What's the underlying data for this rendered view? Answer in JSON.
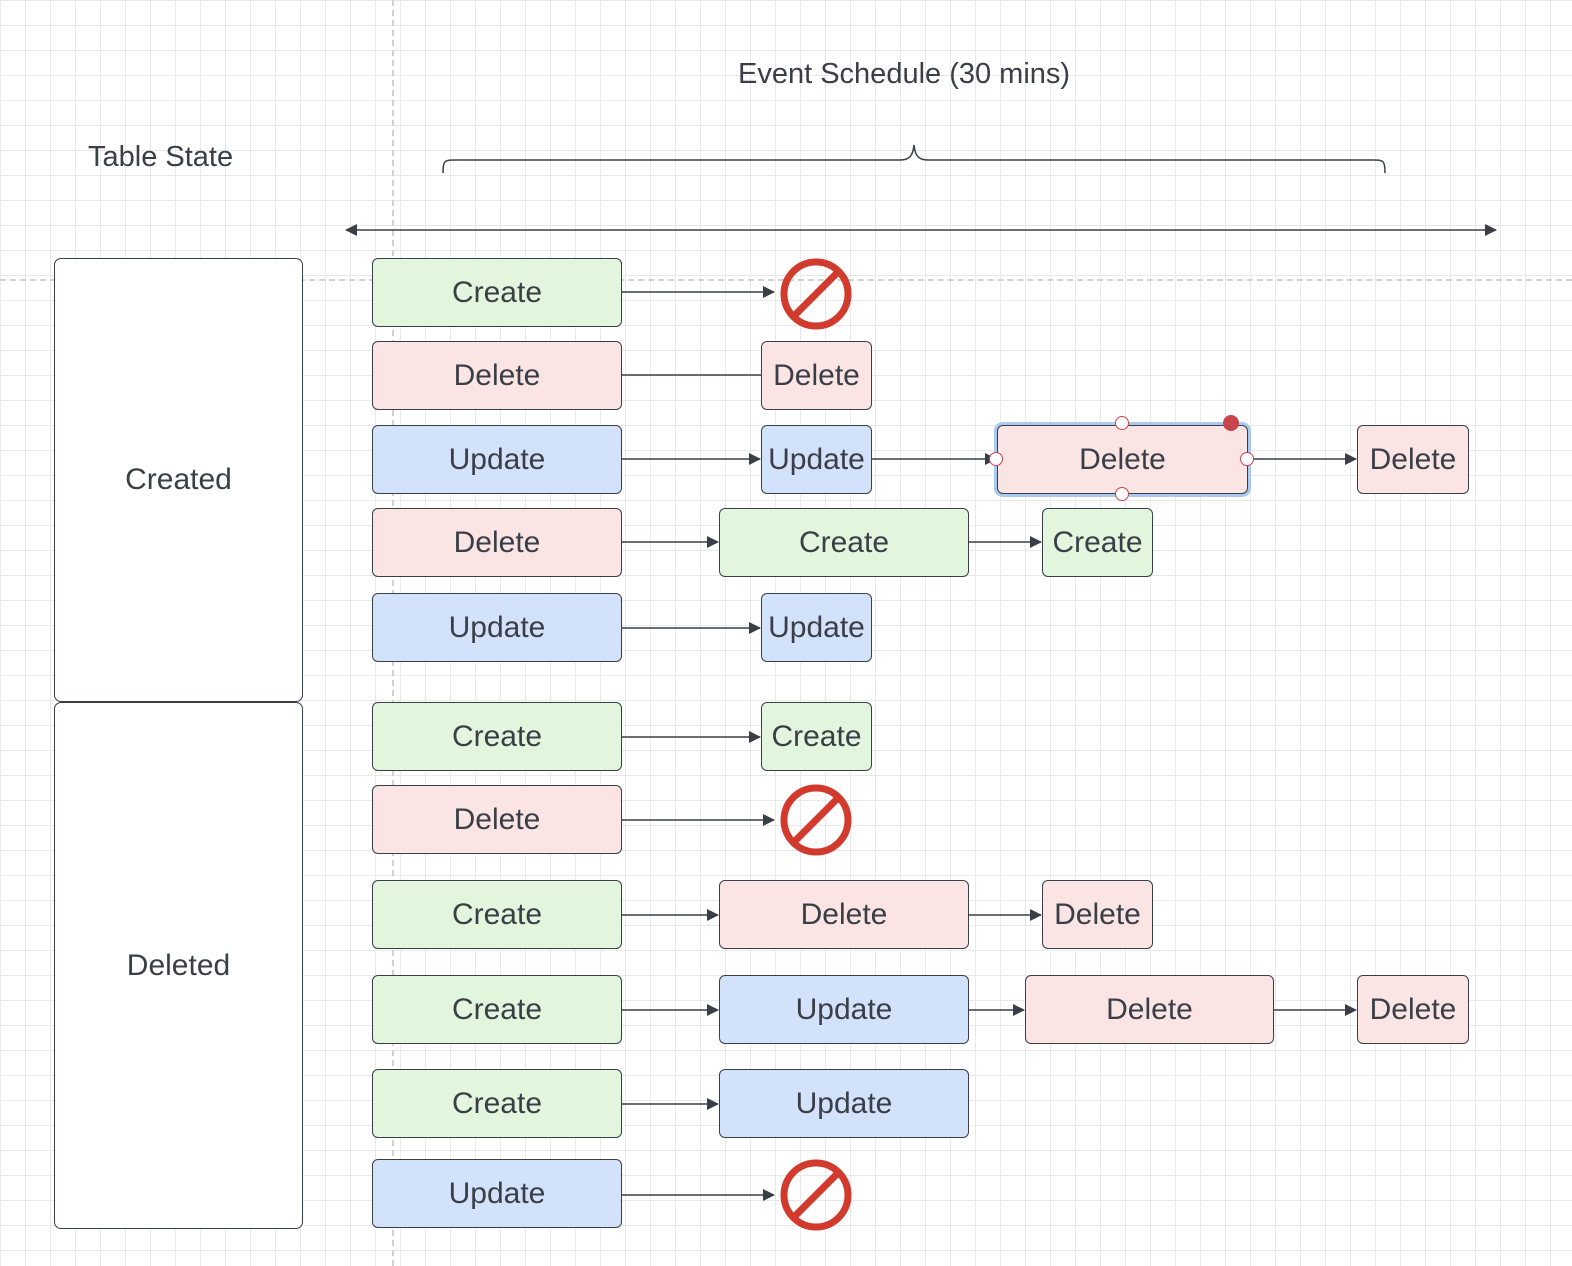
{
  "header": {
    "schedule_label": "Event Schedule (30 mins)",
    "table_state_label": "Table State"
  },
  "states": {
    "created": "Created",
    "deleted": "Deleted"
  },
  "node_labels": {
    "create": "Create",
    "delete": "Delete",
    "update": "Update"
  },
  "colors": {
    "create_fill": "#e2f6dd",
    "delete_fill": "#fbe4e4",
    "update_fill": "#d3e2fb",
    "stroke": "#3a3f47",
    "blocked_red": "#d23a2e",
    "selection_blue": "#a9c9f1"
  },
  "flows": [
    {
      "state": "Created",
      "steps": [
        "Create",
        "Blocked"
      ]
    },
    {
      "state": "Created",
      "steps": [
        "Delete",
        "Delete"
      ]
    },
    {
      "state": "Created",
      "steps": [
        "Update",
        "Update",
        "Delete",
        "Delete"
      ]
    },
    {
      "state": "Created",
      "steps": [
        "Delete",
        "Create",
        "Create"
      ]
    },
    {
      "state": "Created",
      "steps": [
        "Update",
        "Update"
      ]
    },
    {
      "state": "Deleted",
      "steps": [
        "Create",
        "Create"
      ]
    },
    {
      "state": "Deleted",
      "steps": [
        "Delete",
        "Blocked"
      ]
    },
    {
      "state": "Deleted",
      "steps": [
        "Create",
        "Delete",
        "Delete"
      ]
    },
    {
      "state": "Deleted",
      "steps": [
        "Create",
        "Update",
        "Delete",
        "Delete"
      ]
    },
    {
      "state": "Deleted",
      "steps": [
        "Create",
        "Update"
      ]
    },
    {
      "state": "Deleted",
      "steps": [
        "Update",
        "Blocked"
      ]
    }
  ],
  "icons": {
    "blocked": "no-entry-icon"
  }
}
